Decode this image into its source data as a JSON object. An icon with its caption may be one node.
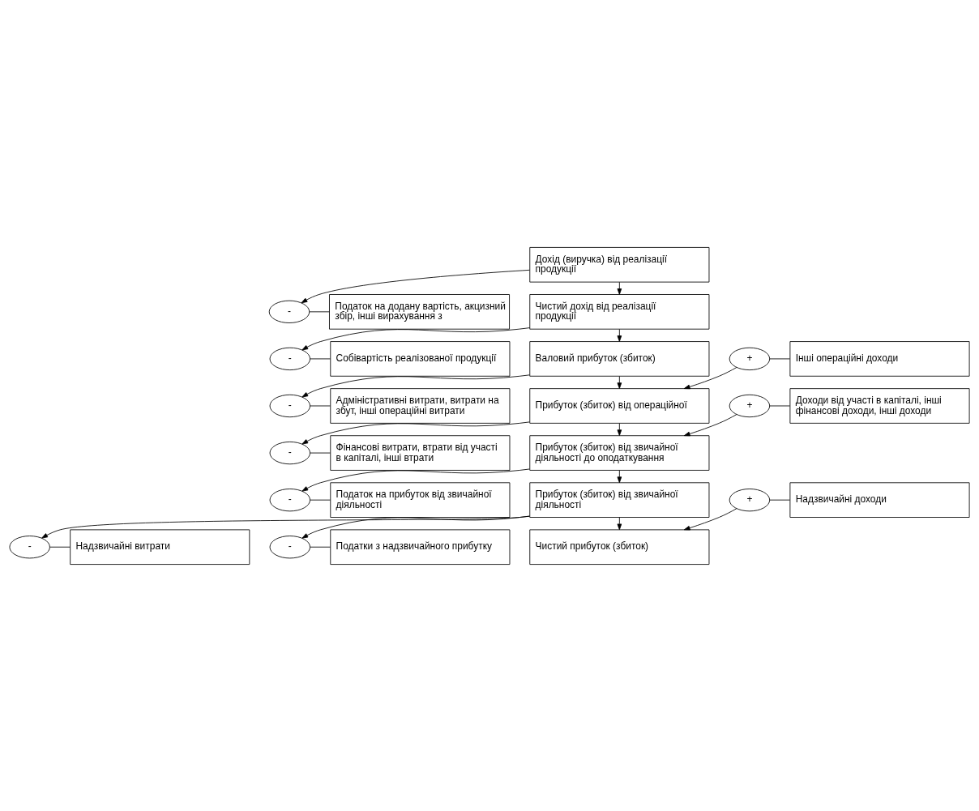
{
  "diagram": {
    "nodes": [
      {
        "text": [
          "Дохід (виручка) від реалізації продукції"
        ]
      },
      {
        "text": [
          "-"
        ]
      },
      {
        "text": [
          "Податок на додану вартість, акцизний збір, інші вирахування з"
        ]
      },
      {
        "text": [
          "Чистий дохід від реалізації продукції"
        ]
      },
      {
        "text": [
          "-"
        ]
      },
      {
        "text": [
          "Собівартість реалізованої продукції"
        ]
      },
      {
        "text": [
          "Валовий прибуток (збиток)"
        ]
      },
      {
        "text": [
          "+"
        ]
      },
      {
        "text": [
          "Інші операційні доходи"
        ]
      },
      {
        "text": [
          "-"
        ]
      },
      {
        "text": [
          "Адміністративні витрати, витрати на збут, інші операційні витрати"
        ]
      },
      {
        "text": [
          "Прибуток (збиток) від операційної"
        ]
      },
      {
        "text": [
          "+"
        ]
      },
      {
        "text": [
          "Доходи від участі в капіталі, інші фінансові доходи, інші доходи"
        ]
      },
      {
        "text": [
          "-"
        ]
      },
      {
        "text": [
          "Фінансові витрати, втрати від участі в капіталі, інші втрати"
        ]
      },
      {
        "text": [
          "Прибуток (збиток) від звичайної діяльності до оподаткування"
        ]
      },
      {
        "text": [
          "-"
        ]
      },
      {
        "text": [
          "Податок на прибуток від звичайної діяльності"
        ]
      },
      {
        "text": [
          "Прибуток (збиток) від звичайної діяльності"
        ]
      },
      {
        "text": [
          "+"
        ]
      },
      {
        "text": [
          "Надзвичайні доходи"
        ]
      },
      {
        "text": [
          "-"
        ]
      },
      {
        "text": [
          "Надзвичайні витрати"
        ]
      },
      {
        "text": [
          "-"
        ]
      },
      {
        "text": [
          "Податки з надзвичайного прибутку"
        ]
      },
      {
        "text": [
          "Чистий прибуток (збиток)"
        ]
      }
    ],
    "edges": [
      {
        "from": 0,
        "to": 3,
        "arrow": "to"
      },
      {
        "from": 0,
        "to": 1,
        "arrow": "to"
      },
      {
        "from": 1,
        "to": 2,
        "arrow": "none"
      },
      {
        "from": 3,
        "to": 6,
        "arrow": "to"
      },
      {
        "from": 3,
        "to": 4,
        "arrow": "to"
      },
      {
        "from": 4,
        "to": 5,
        "arrow": "none"
      },
      {
        "from": 6,
        "to": 11,
        "arrow": "to"
      },
      {
        "from": 7,
        "to": 8,
        "arrow": "none"
      },
      {
        "from": 7,
        "to": 11,
        "arrow": "to"
      },
      {
        "from": 6,
        "to": 9,
        "arrow": "to"
      },
      {
        "from": 9,
        "to": 10,
        "arrow": "none"
      },
      {
        "from": 11,
        "to": 16,
        "arrow": "to"
      },
      {
        "from": 12,
        "to": 13,
        "arrow": "none"
      },
      {
        "from": 12,
        "to": 16,
        "arrow": "to"
      },
      {
        "from": 11,
        "to": 14,
        "arrow": "to"
      },
      {
        "from": 14,
        "to": 15,
        "arrow": "none"
      },
      {
        "from": 16,
        "to": 19,
        "arrow": "to"
      },
      {
        "from": 16,
        "to": 17,
        "arrow": "to"
      },
      {
        "from": 17,
        "to": 18,
        "arrow": "none"
      },
      {
        "from": 19,
        "to": 26,
        "arrow": "to"
      },
      {
        "from": 20,
        "to": 21,
        "arrow": "none"
      },
      {
        "from": 20,
        "to": 26,
        "arrow": "to"
      },
      {
        "from": 19,
        "to": 22,
        "arrow": "to"
      },
      {
        "from": 22,
        "to": 23,
        "arrow": "none"
      },
      {
        "from": 19,
        "to": 24,
        "arrow": "to"
      },
      {
        "from": 24,
        "to": 25,
        "arrow": "none"
      }
    ]
  }
}
